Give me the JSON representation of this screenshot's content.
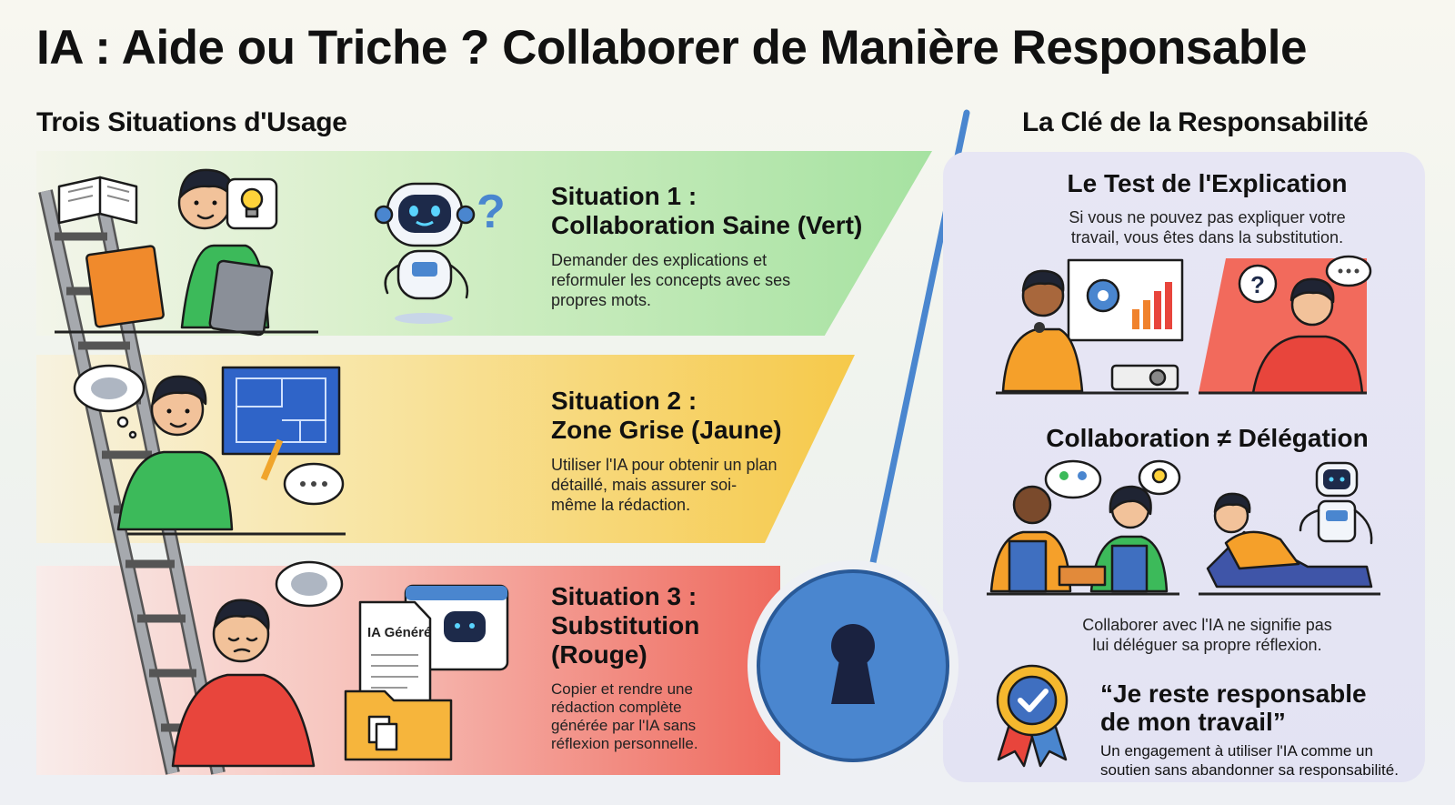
{
  "title": "IA : Aide ou Triche ? Collaborer de Manière Responsable",
  "left_section": {
    "heading": "Trois Situations d'Usage",
    "situations": [
      {
        "title_line1": "Situation 1 :",
        "title_line2": "Collaboration Saine (Vert)",
        "title_line3": "",
        "description": "Demander des explications et reformuler les concepts avec ses propres mots.",
        "color": "#7fd98a"
      },
      {
        "title_line1": "Situation 2 :",
        "title_line2": "Zone Grise (Jaune)",
        "title_line3": "",
        "description": "Utiliser l'IA pour obtenir un plan détaillé, mais assurer soi-même la rédaction.",
        "color": "#f5c542"
      },
      {
        "title_line1": "Situation 3 :",
        "title_line2": "Substitution",
        "title_line3": "(Rouge)",
        "description": "Copier et rendre une rédaction complète générée par l'IA sans réflexion personnelle.",
        "color": "#ec5b4f"
      }
    ],
    "document_label": "IA Généré"
  },
  "right_section": {
    "heading": "La Clé de la Responsabilité",
    "test": {
      "title": "Le Test de l'Explication",
      "text": "Si vous ne pouvez pas expliquer votre travail, vous êtes dans la substitution."
    },
    "collaboration": {
      "title": "Collaboration ≠ Délégation",
      "text": "Collaborer avec l'IA ne signifie pas lui déléguer sa propre réflexion."
    },
    "pledge": {
      "quote_line1": "“Je reste responsable",
      "quote_line2": "de mon travail”",
      "text_line1": "Un engagement à utiliser l'IA comme un",
      "text_line2": "soutien sans abandonner sa responsabilité."
    }
  },
  "icons": [
    "robot-icon",
    "question-mark-icon",
    "lightbulb-icon",
    "book-icon",
    "tablet-icon",
    "blueprint-icon",
    "pencil-icon",
    "thought-bubble-icon",
    "brain-icon",
    "folder-icon",
    "document-icon",
    "gear-icon",
    "bar-chart-icon",
    "projector-icon",
    "microphone-icon",
    "people-icon",
    "keyhole-icon",
    "ribbon-badge-icon",
    "checkmark-icon"
  ],
  "colors": {
    "accent_blue": "#4a86cf",
    "green": "#7fd98a",
    "yellow": "#f5c542",
    "red": "#ec5b4f"
  }
}
